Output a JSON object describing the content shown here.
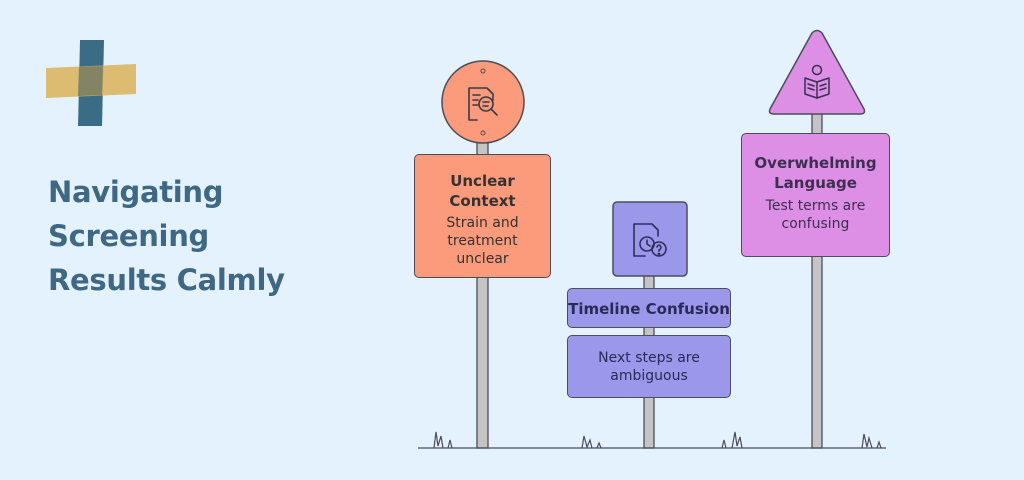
{
  "title_lines": [
    "Navigating",
    "Screening",
    "Results Calmly"
  ],
  "colors": {
    "background": "#e4f2fd",
    "title": "#3e6884",
    "logo_teal": "#3b6c86",
    "logo_gold": "#d9b45c",
    "orange_sign": "#fb9b7b",
    "purple_sign": "#9b97eb",
    "pink_sign": "#dd8fe5",
    "post": "#c4c4c4"
  },
  "signs": {
    "context": {
      "heading": [
        "Unclear",
        "Context"
      ],
      "body": [
        "Strain and",
        "treatment",
        "unclear"
      ],
      "icon": "document-search-icon"
    },
    "timeline": {
      "heading": "Timeline Confusion",
      "body": [
        "Next steps are",
        "ambiguous"
      ],
      "icon": "document-clock-question-icon"
    },
    "language": {
      "heading": [
        "Overwhelming",
        "Language"
      ],
      "body": [
        "Test terms are",
        "confusing"
      ],
      "icon": "reading-person-icon"
    }
  }
}
